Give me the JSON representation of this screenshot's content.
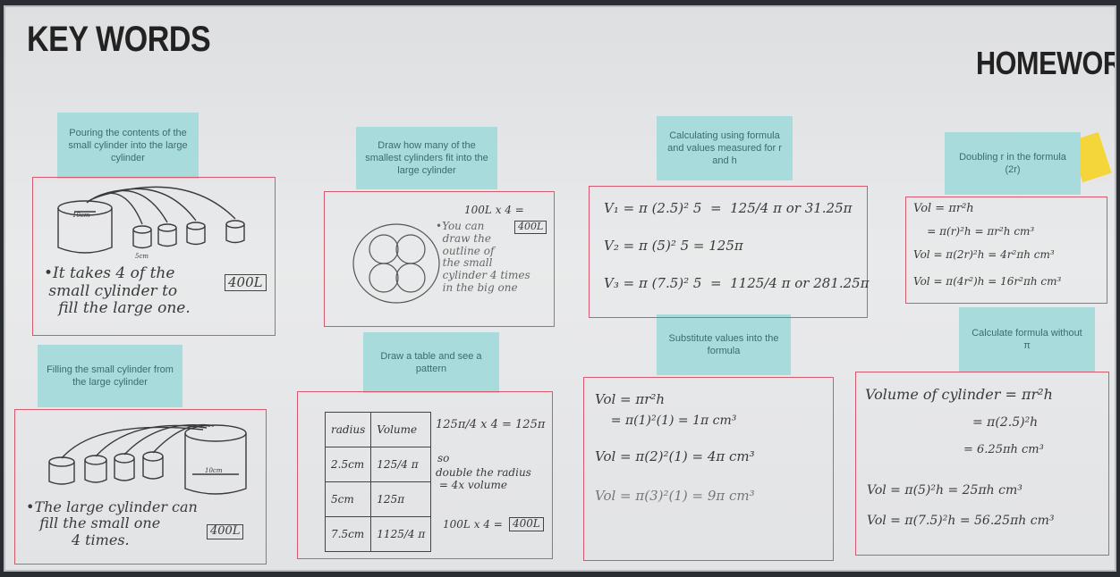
{
  "board": {
    "heading_left": "KEY WORDS",
    "heading_right": "HOMEWORK",
    "colors": {
      "note": "#a8dcdc",
      "panel_border": "#d25a6c",
      "board": "#e6e7e8",
      "ink": "#3a3a3a"
    }
  },
  "notes": {
    "n1": "Pouring the contents of the small cylinder into the large cylinder",
    "n2": "Draw how many of the smallest cylinders fit into the large cylinder",
    "n3": "Calculating using formula and values measured for r and h",
    "n4": "Doubling r in the formula (2r)",
    "n5": "Filling the small cylinder from the large cylinder",
    "n6": "Draw a table and see a pattern",
    "n7": "Substitute values into the formula",
    "n8": "Calculate formula without π"
  },
  "panel1": {
    "label_10cm": "10cm",
    "label_5cm": "5cm",
    "text": "•It takes 4 of the\n small cylinder to\n   fill the large one.",
    "box": "400L"
  },
  "panel2": {
    "line1": "100L x 4 =",
    "box": "400L",
    "text": "•You can\n  draw the\n  outline of\n  the small\n  cylinder 4 times\n  in the big one"
  },
  "panel3": {
    "eq1": "V₁ = π (2.5)² 5  =  125/4 π or 31.25π",
    "eq2": "V₂ = π (5)² 5 = 125π",
    "eq3": "V₃ = π (7.5)² 5  =  1125/4 π or 281.25π"
  },
  "panel4": {
    "l1": "Vol = πr²h",
    "l2": "    = π(r)²h = πr²h cm³",
    "l3": "Vol = π(2r)²h = 4r²πh cm³",
    "l4": "Vol = π(4r²)h = 16r²πh cm³"
  },
  "panel5": {
    "label_10cm": "10cm",
    "text": "•The large cylinder can\n   fill the small one\n          4 times.",
    "box": "400L"
  },
  "panel6": {
    "headers": [
      "radius",
      "Volume"
    ],
    "rows": [
      [
        "2.5cm",
        "125/4 π"
      ],
      [
        "5cm",
        "125π"
      ],
      [
        "7.5cm",
        "1125/4 π"
      ]
    ],
    "eq": "125π/4 x 4 = 125π",
    "so": "so",
    "double": "double the radius\n = 4x volume",
    "bottom": "100L x 4 =",
    "box": "400L"
  },
  "panel7": {
    "l1": "Vol = πr²h",
    "l2": "    = π(1)²(1) = 1π cm³",
    "l3": "Vol = π(2)²(1) = 4π cm³",
    "l4": "Vol = π(3)²(1) = 9π cm³"
  },
  "panel8": {
    "l1": "Volume of cylinder = πr²h",
    "l2": "= π(2.5)²h",
    "l3": "= 6.25πh cm³",
    "l4": "Vol = π(5)²h = 25πh cm³",
    "l5": "Vol = π(7.5)²h = 56.25πh cm³"
  }
}
